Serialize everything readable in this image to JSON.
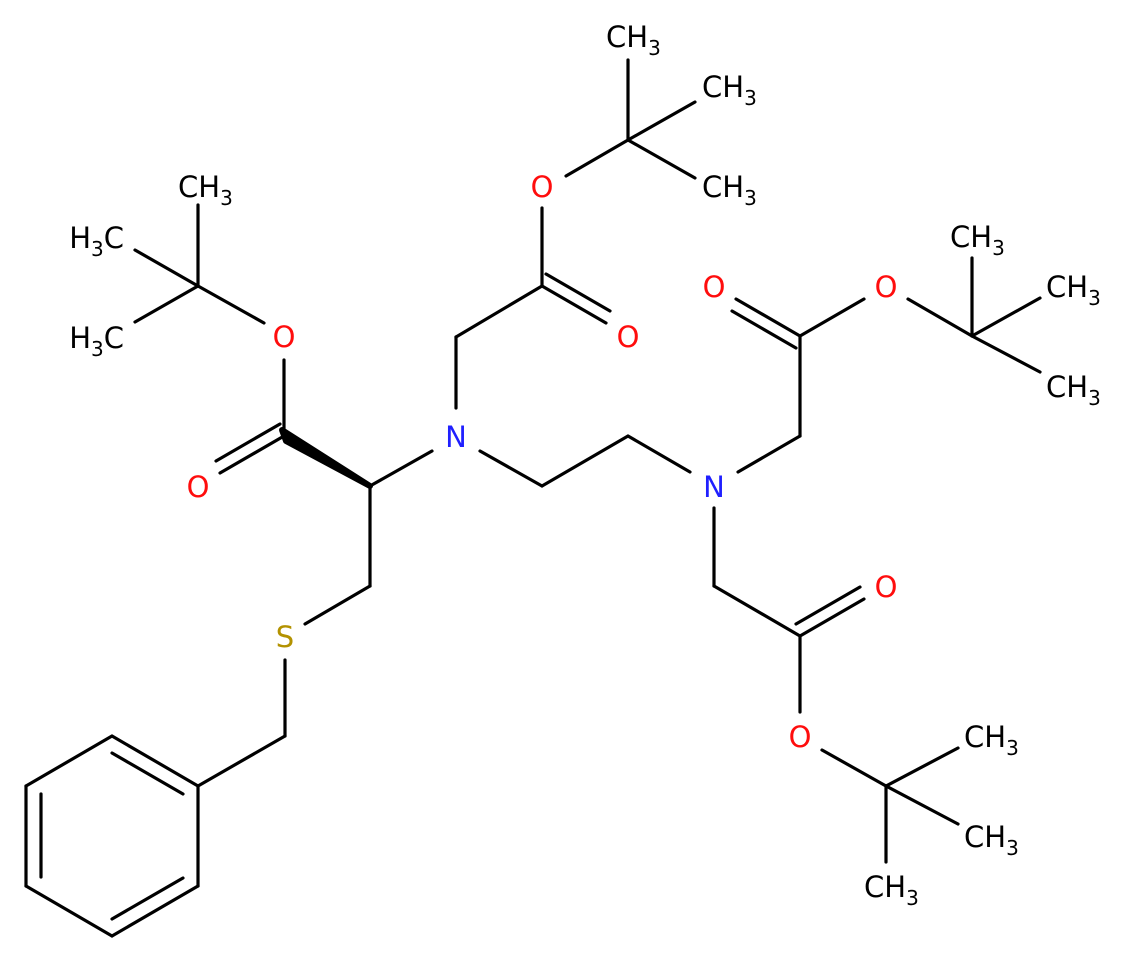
{
  "colors": {
    "bond": "#000000",
    "nitrogen": "#2020ff",
    "oxygen": "#ff0d0d",
    "sulfur": "#b39200",
    "carbon_label": "#000000",
    "background": "#ffffff"
  },
  "atoms": {
    "N1": "N",
    "N2": "N",
    "S1": "S",
    "O1": "O",
    "O2": "O",
    "O3": "O",
    "O4": "O",
    "O5": "O",
    "O6": "O",
    "O7": "O",
    "O8": "O",
    "H3C_1": {
      "pre": "H",
      "sub": "3",
      "post": "C"
    },
    "H3C_2": {
      "pre": "H",
      "sub": "3",
      "post": "C"
    },
    "CH3_1": {
      "pre": "CH",
      "sub": "3"
    },
    "CH3_2": {
      "pre": "CH",
      "sub": "3"
    },
    "CH3_3": {
      "pre": "CH",
      "sub": "3"
    },
    "CH3_4": {
      "pre": "CH",
      "sub": "3"
    },
    "CH3_5": {
      "pre": "CH",
      "sub": "3"
    },
    "CH3_6": {
      "pre": "CH",
      "sub": "3"
    },
    "CH3_7": {
      "pre": "CH",
      "sub": "3"
    },
    "CH3_8": {
      "pre": "CH",
      "sub": "3"
    },
    "CH3_9": {
      "pre": "CH",
      "sub": "3"
    },
    "CH3_10": {
      "pre": "CH",
      "sub": "3"
    }
  }
}
